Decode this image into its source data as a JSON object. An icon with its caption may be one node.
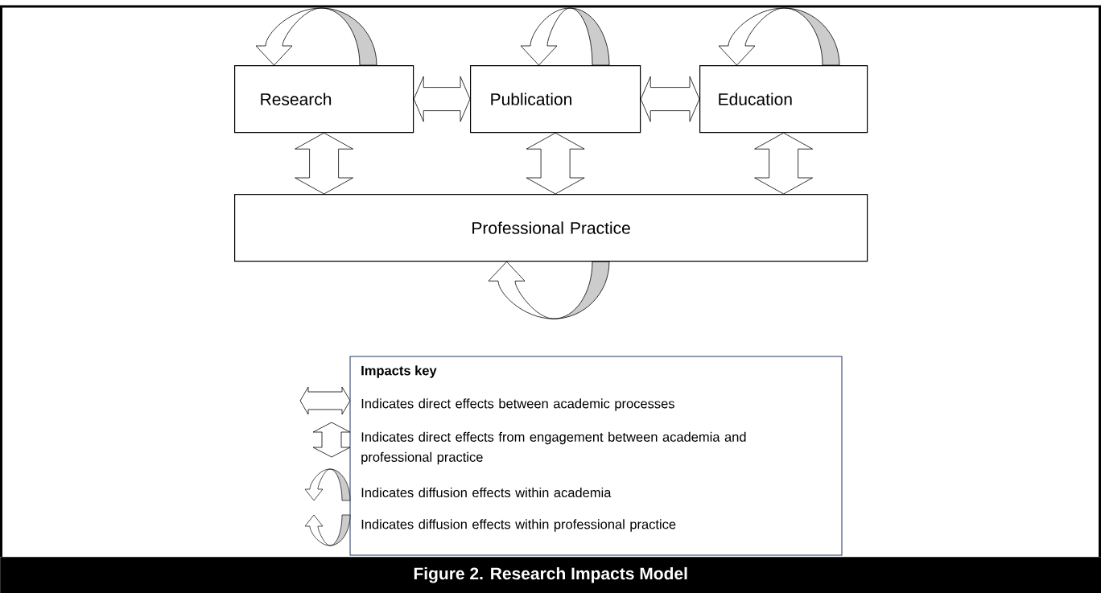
{
  "diagram": {
    "caption": "Figure 2. Research Impacts Model",
    "nodes": [
      {
        "text": [
          "Research"
        ]
      },
      {
        "text": [
          "Publication"
        ]
      },
      {
        "text": [
          "Education"
        ]
      },
      {
        "text": [
          "Professional Practice"
        ]
      }
    ],
    "edges": [
      {
        "from": 0,
        "to": 1,
        "arrow": "both"
      },
      {
        "from": 1,
        "to": 2,
        "arrow": "both"
      },
      {
        "from": 0,
        "to": 3,
        "arrow": "both"
      },
      {
        "from": 1,
        "to": 3,
        "arrow": "both"
      },
      {
        "from": 2,
        "to": 3,
        "arrow": "both"
      },
      {
        "from": 0,
        "to": 0,
        "arrow": "to"
      },
      {
        "from": 1,
        "to": 1,
        "arrow": "to"
      },
      {
        "from": 2,
        "to": 2,
        "arrow": "to"
      },
      {
        "from": 3,
        "to": 3,
        "arrow": "to"
      }
    ],
    "labels": [
      "Impacts key"
    ],
    "legend": [
      {
        "text": "Indicates direct effects between academic processes"
      },
      {
        "text": "Indicates direct effects from engagement between academia and professional practice"
      },
      {
        "text": "Indicates diffusion effects within academia"
      },
      {
        "text": "Indicates diffusion effects within professional practice"
      }
    ]
  }
}
